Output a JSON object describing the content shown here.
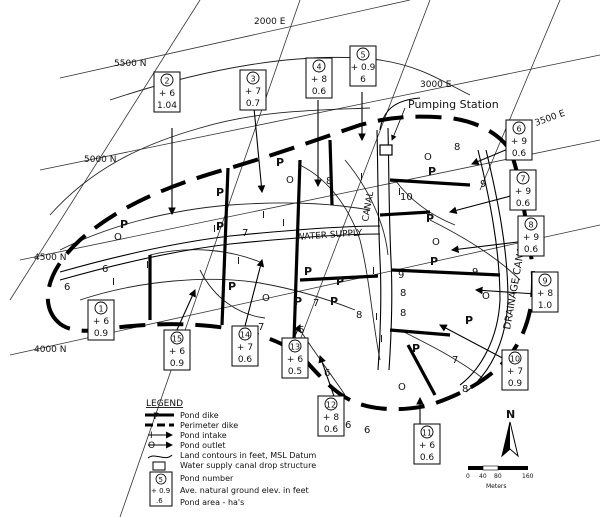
{
  "grid_labels": {
    "e2000": "2000 E",
    "e3000": "3000 E",
    "e3500": "3500 E",
    "n5500": "5500 N",
    "n5000": "5000 N",
    "n4500": "4500 N",
    "n4000": "4000 N"
  },
  "feature_labels": {
    "pumping_station": "Pumping Station",
    "water_supply": "WATER SUPPLY",
    "canal": "CANAL",
    "drainage_canal": "DRAINAGE CANAL"
  },
  "ponds": [
    {
      "number": "1",
      "elev": "+ 6",
      "area": "0.9"
    },
    {
      "number": "2",
      "elev": "+ 6",
      "area": "1.04"
    },
    {
      "number": "3",
      "elev": "+ 7",
      "area": "0.7"
    },
    {
      "number": "4",
      "elev": "+ 8",
      "area": "0.6"
    },
    {
      "number": "5",
      "elev": "+ 0.9",
      "area": "6"
    },
    {
      "number": "6",
      "elev": "+ 9",
      "area": "0.6"
    },
    {
      "number": "7",
      "elev": "+ 9",
      "area": "0.6"
    },
    {
      "number": "8",
      "elev": "+ 9",
      "area": "0.6"
    },
    {
      "number": "9",
      "elev": "+ 8",
      "area": "1.0"
    },
    {
      "number": "10",
      "elev": "+ 7",
      "area": "0.9"
    },
    {
      "number": "11",
      "elev": "+ 6",
      "area": "0.6"
    },
    {
      "number": "12",
      "elev": "+ 8",
      "area": "0.6"
    },
    {
      "number": "13",
      "elev": "+ 6",
      "area": "0.5"
    },
    {
      "number": "14",
      "elev": "+ 7",
      "area": "0.6"
    },
    {
      "number": "15",
      "elev": "+ 6",
      "area": "0.9"
    }
  ],
  "contour_labels": [
    "6",
    "6",
    "7",
    "8",
    "8",
    "9",
    "10",
    "9",
    "9",
    "8",
    "8",
    "7",
    "7",
    "6",
    "6",
    "6",
    "6",
    "8",
    "7",
    "8"
  ],
  "legend": {
    "title": "LEGEND",
    "items": [
      {
        "symbol": "P",
        "text": "Pond dike"
      },
      {
        "symbol": "",
        "text": "Perimeter dike"
      },
      {
        "symbol": "I",
        "text": "Pond intake"
      },
      {
        "symbol": "O",
        "text": "Pond outlet"
      },
      {
        "symbol": "",
        "text": "Land contours in feet, MSL Datum"
      },
      {
        "symbol": "",
        "text": "Water supply canal drop structure"
      },
      {
        "symbol": "",
        "text": "Pond number"
      },
      {
        "symbol": "",
        "text": "Ave. natural ground elev. in feet"
      },
      {
        "symbol": "",
        "text": "Pond area - ha's"
      }
    ],
    "sample_number": "5",
    "sample_elev": "+ 0.9",
    "sample_area": ".6"
  },
  "north_label": "N",
  "scale": {
    "ticks": [
      "0",
      "40",
      "80",
      "160"
    ],
    "unit": "Meters"
  }
}
